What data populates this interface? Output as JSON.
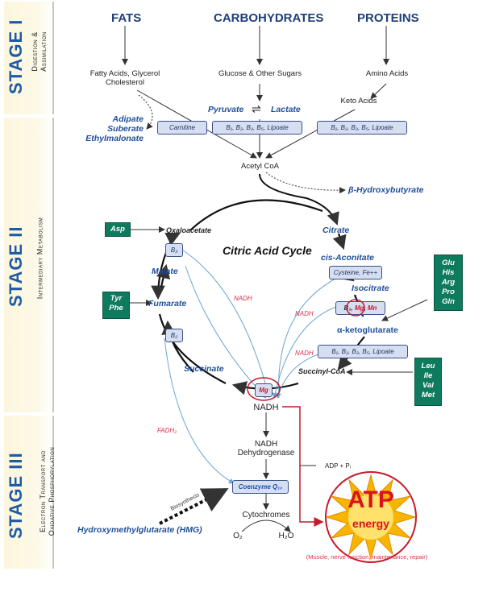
{
  "stages": {
    "s1": {
      "label": "STAGE I",
      "desc": [
        "Digestion &",
        "Assimilation"
      ]
    },
    "s2": {
      "label": "STAGE II",
      "desc": [
        "Intermediary Metabolism"
      ]
    },
    "s3": {
      "label": "STAGE III",
      "desc": [
        "Electron Transport and",
        "Oxidative Phosphorylation"
      ]
    }
  },
  "headers": {
    "fats": "FATS",
    "carbs": "CARBOHYDRATES",
    "proteins": "PROTEINS"
  },
  "stage1": {
    "fats_products": [
      "Fatty Acids, Glycerol",
      "Cholesterol"
    ],
    "carb_products": "Glucose & Other Sugars",
    "protein_products": "Amino Acids",
    "keto_acids": "Keto Acids",
    "pyruvate": "Pyruvate",
    "lactate": "Lactate",
    "pyruvate_arrows": "⇌",
    "side_acids": [
      "Adipate",
      "Suberate",
      "Ethylmalonate"
    ],
    "carnitine": "Carnitine",
    "pyruvate_cofactors": "B₁, B₂, B₃, B₅, Lipoate",
    "keto_cofactors": "B₁, B₂, B₃, B₅, Lipoate"
  },
  "stage2": {
    "acetyl_coa": "Acetyl CoA",
    "hydroxybutyrate": "β-Hydroxybutyrate",
    "cycle_title": "Citric Acid Cycle",
    "oxaloacetate": "Oxaloacetate",
    "citrate": "Citrate",
    "cis_aconitate": "cis-Aconitate",
    "cysteine": "Cysteine, Fe++",
    "isocitrate": "Isocitrate",
    "iso_cofactors": [
      "B₃",
      "Mg",
      "Mn"
    ],
    "alpha_kg": "α-ketoglutarate",
    "akg_cofactors": "B₁, B₂, B₃, B₅, Lipoate",
    "succinyl_coa": "Succinyl-CoA",
    "succinate": "Succinate",
    "fumarate": "Fumarate",
    "malate": "Malate",
    "b3": "B₃",
    "b2": "B₂",
    "mg": "Mg",
    "nadh_labels": [
      "NADH",
      "NADH",
      "NADH"
    ],
    "nadh": "NADH",
    "asp": "Asp",
    "tyr_phe": [
      "Tyr",
      "Phe"
    ],
    "glu_group": [
      "Glu",
      "His",
      "Arg",
      "Pro",
      "Gln"
    ],
    "leu_group": [
      "Leu",
      "Ile",
      "Val",
      "Met"
    ]
  },
  "stage3": {
    "fadh2": "FADH₂",
    "nadh_dehydrogenase": [
      "NADH",
      "Dehydrogenase"
    ],
    "coenzyme": "Coenzyme Q₁₀",
    "biosynthesis": "Biosynthesis",
    "hmg": "Hydroxymethylglutarate (HMG)",
    "cytochromes": "Cytochromes",
    "o2": "O₂",
    "h2o": "H₂O",
    "adp": "ADP + Pᵢ",
    "atp": "ATP",
    "energy": "energy",
    "energy_uses": "(Muscle, nerve function, maintenance, repair)"
  }
}
